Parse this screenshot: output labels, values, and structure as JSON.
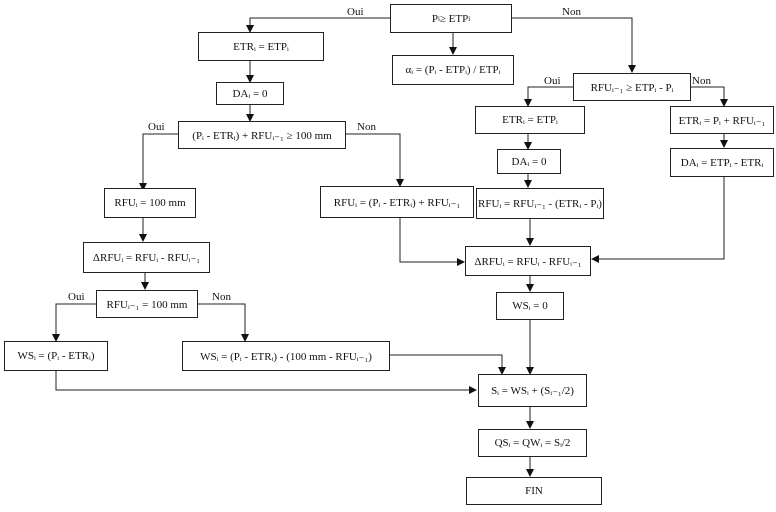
{
  "diagram": {
    "type": "flowchart",
    "branch_labels": {
      "yes": "Oui",
      "no": "Non"
    },
    "nodes": {
      "start": {
        "pre": "P",
        "sub": "i",
        "post": " ≥ ETP",
        "sub2": "i"
      },
      "alpha": "αᵢ = (Pᵢ - ETPᵢ) / ETPᵢ",
      "etr_eq_etp_l": "ETRᵢ = ETPᵢ",
      "da_zero_l": "DAᵢ = 0",
      "cond_100": "(Pᵢ - ETRᵢ) + RFUᵢ₋₁ ≥ 100 mm",
      "rfu_100": "RFUᵢ = 100 mm",
      "rfu_sum": "RFUᵢ = (Pᵢ - ETRᵢ) + RFUᵢ₋₁",
      "drfu_l": "ΔRFUᵢ = RFUᵢ - RFUᵢ₋₁",
      "cond_rfu_prev": "RFUᵢ₋₁ = 100 mm",
      "ws_a": "WSᵢ = (Pᵢ - ETRᵢ)",
      "ws_b": "WSᵢ = (Pᵢ - ETRᵢ) - (100 mm - RFUᵢ₋₁)",
      "cond_rfu_etp": "RFUᵢ₋₁ ≥ ETPᵢ - Pᵢ",
      "etr_eq_etp_r": "ETRᵢ = ETPᵢ",
      "etr_sum": "ETRᵢ = Pᵢ + RFUᵢ₋₁",
      "da_zero_r": "DAᵢ = 0",
      "da_diff": "DAᵢ = ETPᵢ - ETRᵢ",
      "rfu_diff": "RFUᵢ = RFUᵢ₋₁ - (ETRᵢ - Pᵢ)",
      "drfu_r": "ΔRFUᵢ = RFUᵢ - RFUᵢ₋₁",
      "ws_zero": "WSᵢ = 0",
      "s_calc": "Sᵢ = WSᵢ + (Sᵢ₋₁/2)",
      "qs": "QSᵢ = QWᵢ = Sᵢ/2",
      "end": "FIN"
    }
  }
}
